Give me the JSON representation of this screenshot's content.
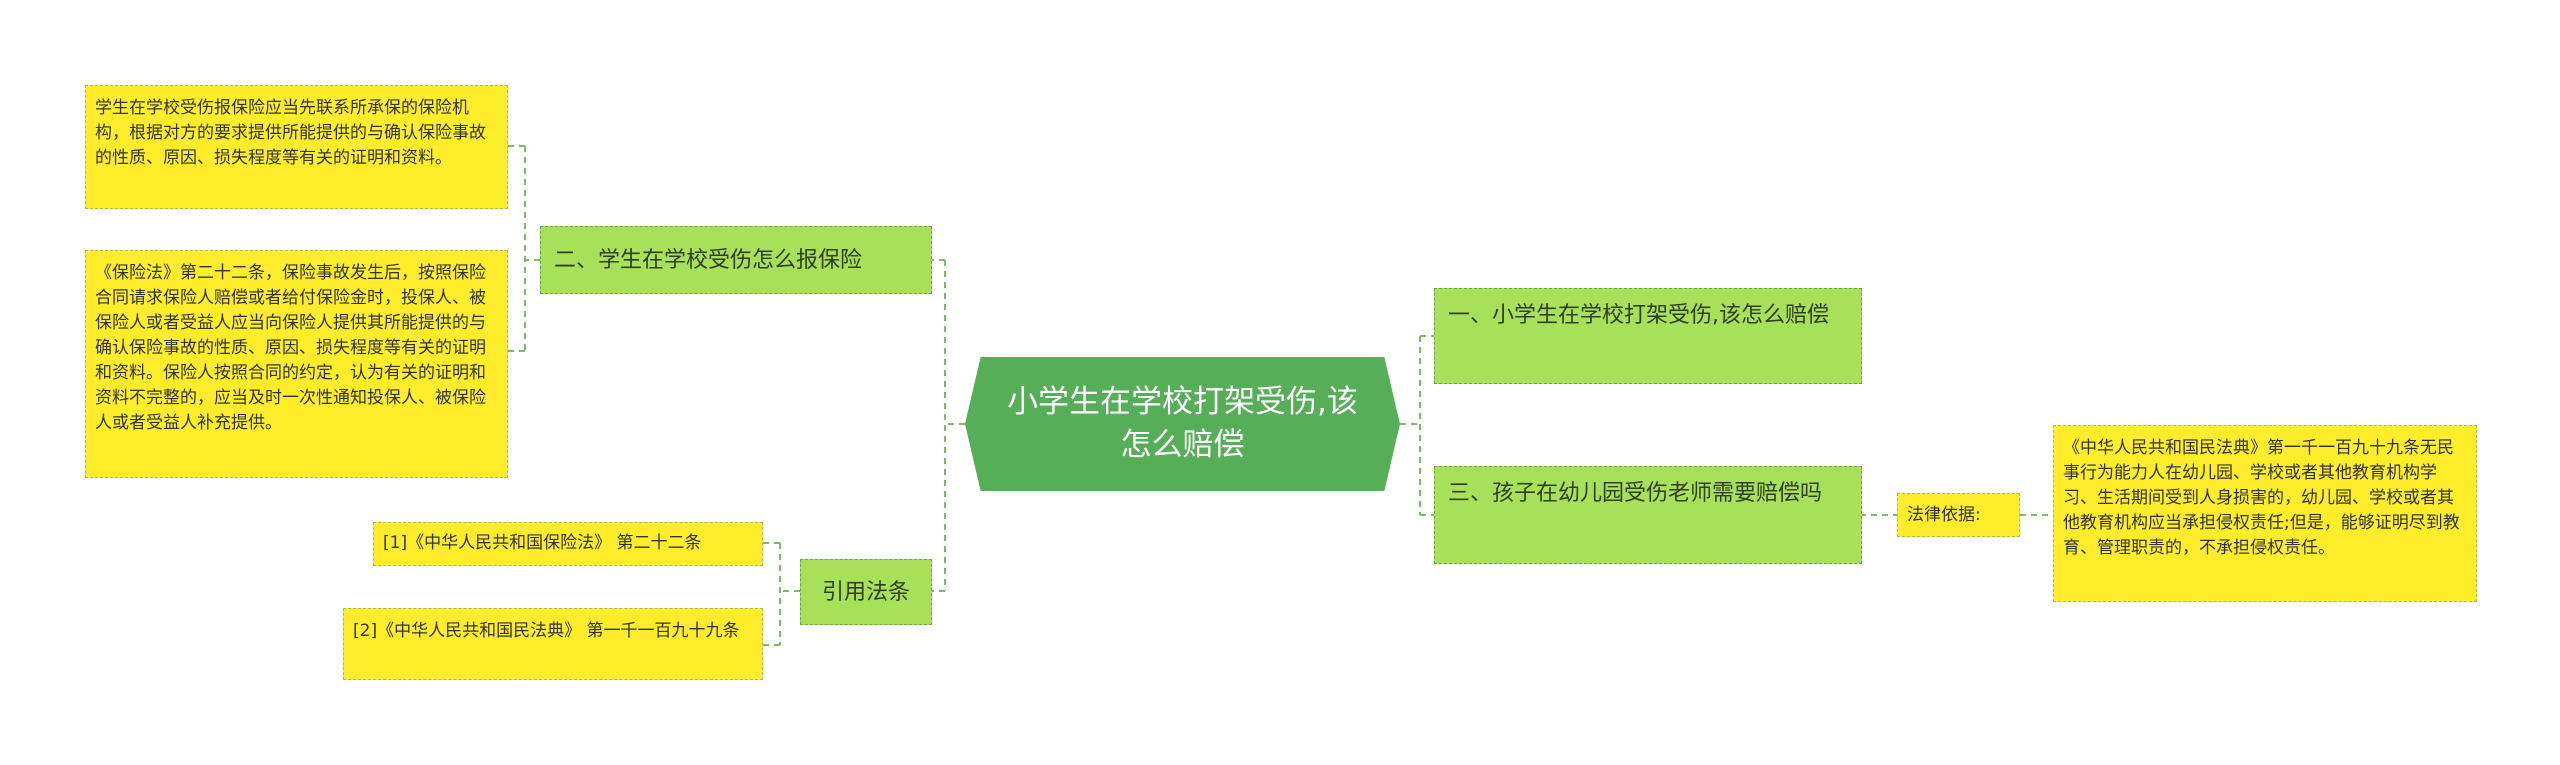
{
  "mindmap": {
    "root": "小学生在学校打架受伤,该怎么赔偿",
    "left": {
      "branch_insurance": {
        "label": "二、学生在学校受伤怎么报保险",
        "note1": "学生在学校受伤报保险应当先联系所承保的保险机构，根据对方的要求提供所能提供的与确认保险事故的性质、原因、损失程度等有关的证明和资料。",
        "note2": "《保险法》第二十二条，保险事故发生后，按照保险合同请求保险人赔偿或者给付保险金时，投保人、被保险人或者受益人应当向保险人提供其所能提供的与确认保险事故的性质、原因、损失程度等有关的证明和资料。保险人按照合同的约定，认为有关的证明和资料不完整的，应当及时一次性通知投保人、被保险人或者受益人补充提供。"
      },
      "branch_citations": {
        "label": "引用法条",
        "cite1": "[1]《中华人民共和国保险法》 第二十二条",
        "cite2": "[2]《中华人民共和国民法典》 第一千一百九十九条"
      }
    },
    "right": {
      "branch_one": {
        "label": "一、小学生在学校打架受伤,该怎么赔偿"
      },
      "branch_three": {
        "label": "三、孩子在幼儿园受伤老师需要赔偿吗",
        "legal_basis_label": "法律依据:",
        "legal_basis_text": "《中华人民共和国民法典》第一千一百九十九条无民事行为能力人在幼儿园、学校或者其他教育机构学习、生活期间受到人身损害的，幼儿园、学校或者其他教育机构应当承担侵权责任;但是，能够证明尽到教育、管理职责的，不承担侵权责任。"
      }
    }
  },
  "colors": {
    "root_fill": "#56ae58",
    "branch_fill": "#a9e05a",
    "leaf_fill": "#ffed2b",
    "connector": "#7dbb6a"
  }
}
